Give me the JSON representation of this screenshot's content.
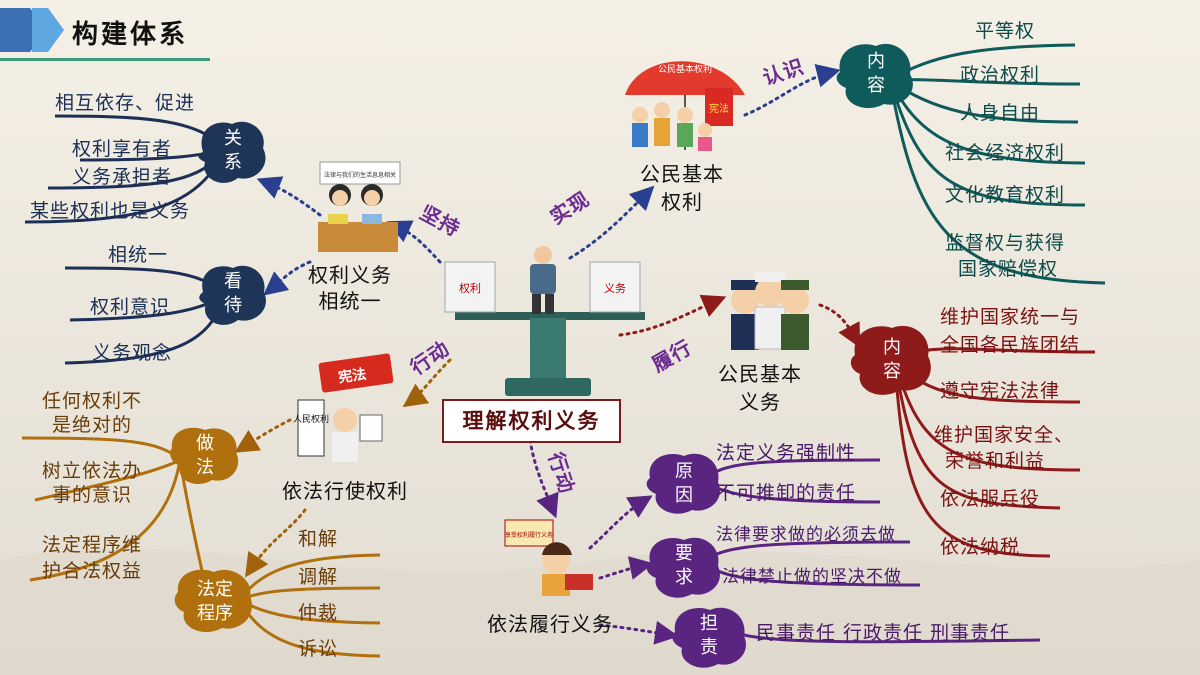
{
  "title": "构建体系",
  "center": "理解权利义务",
  "links": {
    "jianchi": "坚持",
    "shixian": "实现",
    "renshi": "认识",
    "xingdong_left": "行动",
    "xingdong_down": "行动",
    "lvxing": "履行"
  },
  "hubs": {
    "unity": [
      "权利义务",
      "相统一"
    ],
    "rights": [
      "公民基本",
      "权利"
    ],
    "duties": [
      "公民基本",
      "义务"
    ],
    "exercise": "依法行使权利",
    "perform": "依法履行义务"
  },
  "illustration_text": {
    "scale_left": "权利",
    "scale_right": "义务",
    "umbrella": "公民基本权利",
    "flag": "宪法",
    "book": "宪法",
    "sign": "人民权利",
    "girl_book": "享受权利履行义务",
    "kids_board": "法律与我们的生活息息相关"
  },
  "relation": {
    "label": [
      "关",
      "系"
    ],
    "items": [
      "相互依存、促进",
      "权利享有者",
      "义务承担者",
      "某些权利也是义务"
    ]
  },
  "view": {
    "label": [
      "看",
      "待"
    ],
    "items": [
      "相统一",
      "权利意识",
      "义务观念"
    ]
  },
  "method": {
    "label": [
      "做",
      "法"
    ],
    "items": [
      "任何权利不",
      "是绝对的",
      "树立依法办",
      "事的意识",
      "法定程序维",
      "护合法权益"
    ]
  },
  "procedure": {
    "label": [
      "法定",
      "程序"
    ],
    "items": [
      "和解",
      "调解",
      "仲裁",
      "诉讼"
    ]
  },
  "rights_content": {
    "label": [
      "内",
      "容"
    ],
    "items": [
      "平等权",
      "政治权利",
      "人身自由",
      "社会经济权利",
      "文化教育权利",
      "监督权与获得",
      "国家赔偿权"
    ]
  },
  "duties_content": {
    "label": [
      "内",
      "容"
    ],
    "items": [
      "维护国家统一与",
      "全国各民族团结",
      "遵守宪法法律",
      "维护国家安全、",
      "荣誉和利益",
      "依法服兵役",
      "依法纳税"
    ]
  },
  "reason": {
    "label": [
      "原",
      "因"
    ],
    "items": [
      "法定义务强制性",
      "不可推卸的责任"
    ]
  },
  "requirement": {
    "label": [
      "要",
      "求"
    ],
    "items": [
      "法律要求做的必须去做",
      "法律禁止做的坚决不做"
    ]
  },
  "liability": {
    "label": [
      "担",
      "责"
    ],
    "items": [
      "民事责任 行政责任 刑事责任"
    ]
  },
  "colors": {
    "teal": "#0f5a5a",
    "navy": "#1c2f55",
    "brown": "#b0700d",
    "purple": "#5a2580",
    "red": "#8e1a1a",
    "label_purple": "#6b2c91",
    "dotted_blue": "#2a3f8f",
    "dotted_red": "#8e1a1a",
    "dotted_brown": "#a0620a"
  }
}
